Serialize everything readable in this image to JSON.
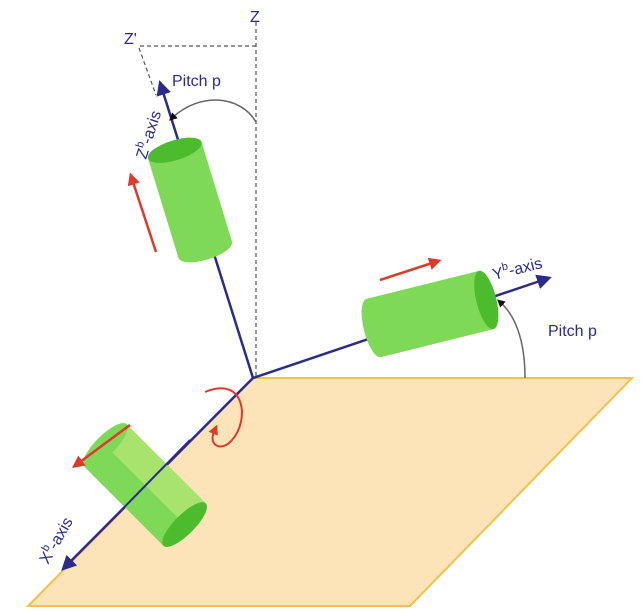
{
  "labels": {
    "z": "Z",
    "z_prime": "Z'",
    "pitch_top": "Pitch p",
    "pitch_right": "Pitch p",
    "zb_axis": {
      "base": "Z",
      "sup": "b",
      "suffix": "-axis"
    },
    "yb_axis": {
      "base": "Y",
      "sup": "b",
      "suffix": "-axis"
    },
    "xb_axis": {
      "base": "X",
      "sup": "b",
      "suffix": "-axis"
    }
  },
  "colors": {
    "axis": "#2b2b8c",
    "plane_fill": "#fde3b8",
    "plane_edge": "#f2c24a",
    "cylinder": "#7ed957",
    "cylinder_end": "#4cbb2e",
    "arrow_red": "#e0392b"
  }
}
